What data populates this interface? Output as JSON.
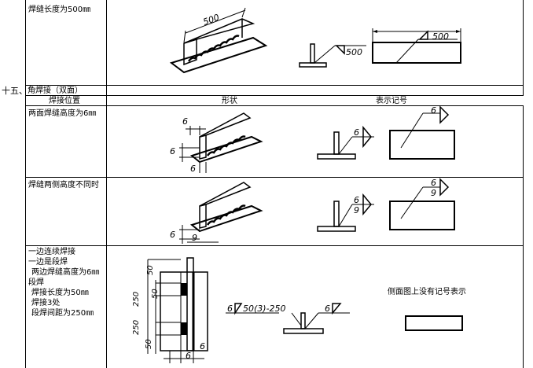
{
  "row0": {
    "label": "焊缝长度为500㎜"
  },
  "section": {
    "number": "十五、",
    "title": "角焊接（双面）"
  },
  "header": {
    "col1": "焊接位置",
    "col2": "形状",
    "col3": "表示记号"
  },
  "row1": {
    "label": "两面焊缝高度为6㎜"
  },
  "row2": {
    "label": "焊缝两侧高度不同时"
  },
  "row3": {
    "lines": [
      "一边连续焊接",
      "一边是段焊",
      "两边焊缝高度为6㎜",
      "段焊",
      "焊接长度为50㎜",
      "焊接3处",
      "段焊间距为250㎜"
    ],
    "note": "侧面图上没有记号表示"
  },
  "dims": {
    "d500": "500",
    "d6": "6",
    "d9": "9",
    "d50": "50",
    "d250": "250",
    "seg_symbol": "50(3)-250"
  }
}
